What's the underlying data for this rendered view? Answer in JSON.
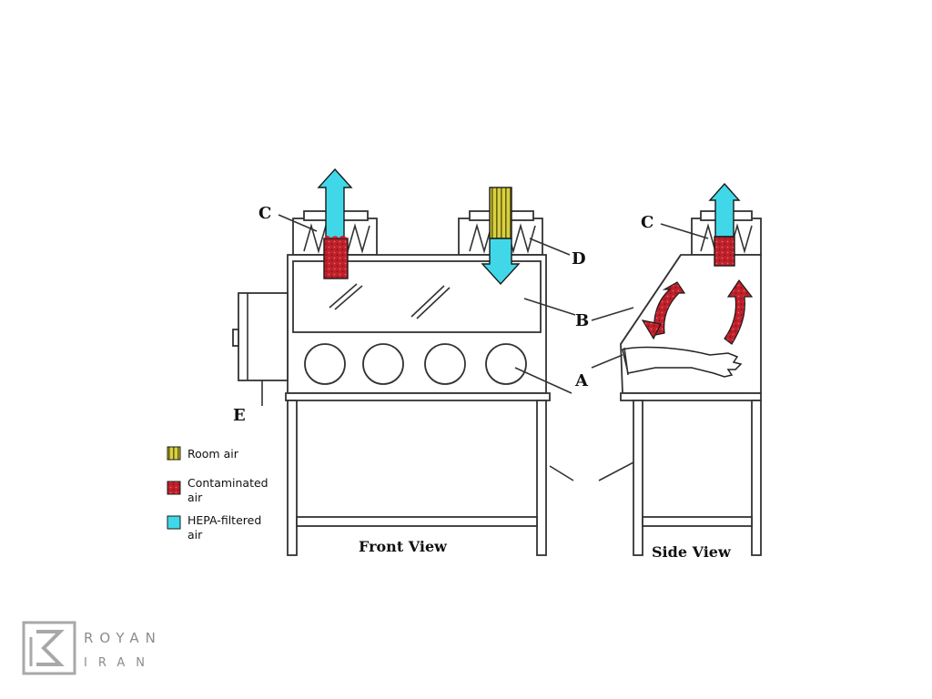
{
  "labels": {
    "c_front": "C",
    "c_side": "C",
    "d": "D",
    "b": "B",
    "a": "A",
    "e": "E"
  },
  "views": {
    "front": "Front View",
    "side": "Side View"
  },
  "legend": {
    "room_air": "Room air",
    "contaminated_line1": "Contaminated",
    "contaminated_line2": "air",
    "hepa_line1": "HEPA-filtered",
    "hepa_line2": "air"
  },
  "brand": {
    "line1": "ROYAN",
    "line2": "IRAN"
  },
  "colors": {
    "room_air": "#c8c020",
    "contaminated_air": "#c0202a",
    "hepa_air": "#40d8e8"
  },
  "icons": [
    "royan-logo-icon",
    "glove-icon",
    "arrow-up-icon",
    "arrow-down-icon",
    "curved-arrow-icon"
  ]
}
